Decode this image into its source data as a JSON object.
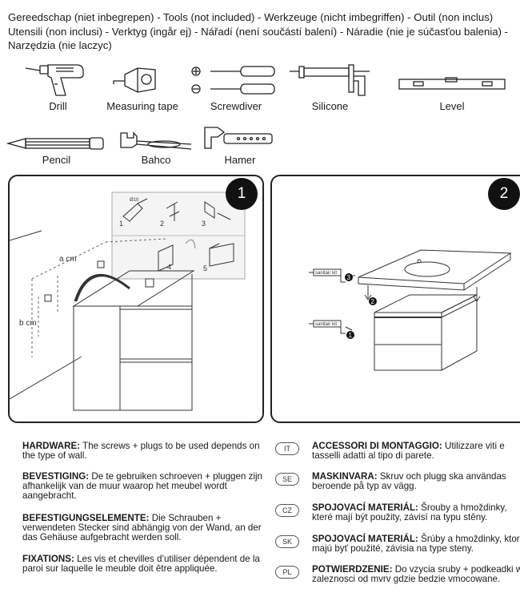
{
  "header": {
    "line1": "Gereedschap (niet inbegrepen) - Tools (not included) -  Werkzeuge (nicht imbegriffen) - Outil (non inclus)",
    "line2": "Utensili (non inclusi) - Verktyg (ingår ej) - Nářadí (není součástí balení) - Náradie (nie je súčasťou balenia) -",
    "line3": "Narzędzia (nie laczyc)"
  },
  "tools": [
    {
      "label": "Drill",
      "icon": "drill-icon"
    },
    {
      "label": "Measuring tape",
      "icon": "measuring-tape-icon"
    },
    {
      "label": "Screwdiver",
      "icon": "screwdriver-icon"
    },
    {
      "label": "Silicone",
      "icon": "silicone-gun-icon"
    },
    {
      "label": "Level",
      "icon": "level-icon"
    },
    {
      "label": "Pencil",
      "icon": "pencil-icon"
    },
    {
      "label": "Bahco",
      "icon": "wrench-icon"
    },
    {
      "label": "Hamer",
      "icon": "hammer-icon"
    }
  ],
  "step1": {
    "number": "1",
    "dim_a": "a cm",
    "dim_b": "b cm",
    "detail_labels": [
      "1",
      "2",
      "3",
      "4",
      "5"
    ],
    "drill_size": "Ø10"
  },
  "step2": {
    "number": "2",
    "kit_label": "sanitair kit",
    "callouts": [
      "1",
      "2",
      "3"
    ]
  },
  "instructions": [
    {
      "code": "",
      "title": "HARDWARE:",
      "text": "The screws + plugs to be used depends on the type of wall."
    },
    {
      "code": "",
      "title": "BEVESTIGING:",
      "text": "De te gebruiken schroeven + pluggen zijn afhankelijk van de muur waarop het meubel wordt aangebracht."
    },
    {
      "code": "",
      "title": "BEFESTIGUNGSELEMENTE:",
      "text": "Die Schrauben + verwendeten Stecker sind abhängig von der Wand, an der das Gehäuse aufgebracht werden soll."
    },
    {
      "code": "",
      "title": "FIXATIONS:",
      "text": "Les vis et chevilles d’utiliser dépendent de la paroi sur laquelle le meuble doit être appliquée."
    },
    {
      "code": "IT",
      "title": "ACCESSORI DI MONTAGGIO:",
      "text": "Utilizzare viti e tasselli adatti al tipo di parete."
    },
    {
      "code": "SE",
      "title": "MASKINVARA:",
      "text": "Skruv och plugg ska användas beroende på typ av vägg."
    },
    {
      "code": "CZ",
      "title": "SPOJOVACÍ MATERIÁL:",
      "text": "Šrouby a hmoždinky, které mají být použity, závisí na typu stěny."
    },
    {
      "code": "SK",
      "title": "SPOJOVACÍ MATERIÁL:",
      "text": "Šrúby a hmoždinky, ktoré majú byť použité, závisia na type steny."
    },
    {
      "code": "PL",
      "title": "POTWIERDZENIE:",
      "text": "Do vzycia sruby + podkeadki w zaleznosci od mvrv gdzie bedzie vmocowane."
    }
  ]
}
